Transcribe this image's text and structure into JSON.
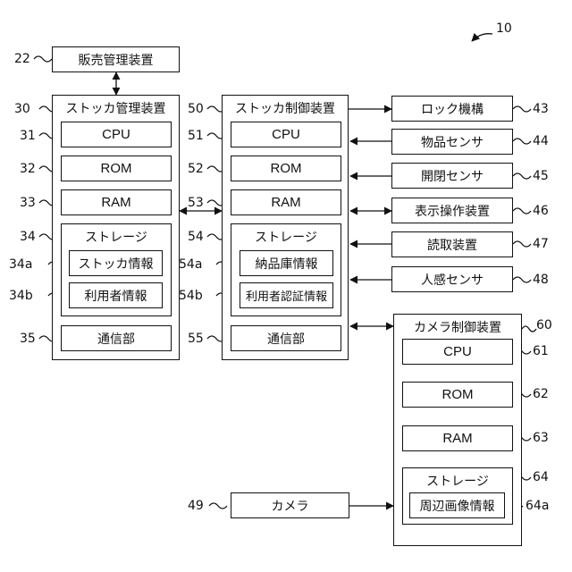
{
  "figure_ref": "10",
  "sales": {
    "ref": "22",
    "label": "販売管理装置"
  },
  "stocker_mgmt": {
    "ref": "30",
    "title": "ストッカ管理装置",
    "cpu": {
      "ref": "31",
      "label": "CPU"
    },
    "rom": {
      "ref": "32",
      "label": "ROM"
    },
    "ram": {
      "ref": "33",
      "label": "RAM"
    },
    "storage": {
      "ref": "34",
      "title": "ストレージ",
      "info1": {
        "ref": "34a",
        "label": "ストッカ情報"
      },
      "info2": {
        "ref": "34b",
        "label": "利用者情報"
      }
    },
    "comm": {
      "ref": "35",
      "label": "通信部"
    }
  },
  "stocker_ctrl": {
    "ref": "50",
    "title": "ストッカ制御装置",
    "cpu": {
      "ref": "51",
      "label": "CPU"
    },
    "rom": {
      "ref": "52",
      "label": "ROM"
    },
    "ram": {
      "ref": "53",
      "label": "RAM"
    },
    "storage": {
      "ref": "54",
      "title": "ストレージ",
      "info1": {
        "ref": "54a",
        "label": "納品庫情報"
      },
      "info2": {
        "ref": "54b",
        "label": "利用者認証情報"
      }
    },
    "comm": {
      "ref": "55",
      "label": "通信部"
    }
  },
  "devices": [
    {
      "ref": "43",
      "label": "ロック機構"
    },
    {
      "ref": "44",
      "label": "物品センサ"
    },
    {
      "ref": "45",
      "label": "開閉センサ"
    },
    {
      "ref": "46",
      "label": "表示操作装置"
    },
    {
      "ref": "47",
      "label": "読取装置"
    },
    {
      "ref": "48",
      "label": "人感センサ"
    }
  ],
  "camera_ctrl": {
    "ref": "60",
    "title": "カメラ制御装置",
    "cpu": {
      "ref": "61",
      "label": "CPU"
    },
    "rom": {
      "ref": "62",
      "label": "ROM"
    },
    "ram": {
      "ref": "63",
      "label": "RAM"
    },
    "storage": {
      "ref": "64",
      "title": "ストレージ",
      "info1": {
        "ref": "64a",
        "label": "周辺画像情報"
      }
    }
  },
  "camera": {
    "ref": "49",
    "label": "カメラ"
  }
}
